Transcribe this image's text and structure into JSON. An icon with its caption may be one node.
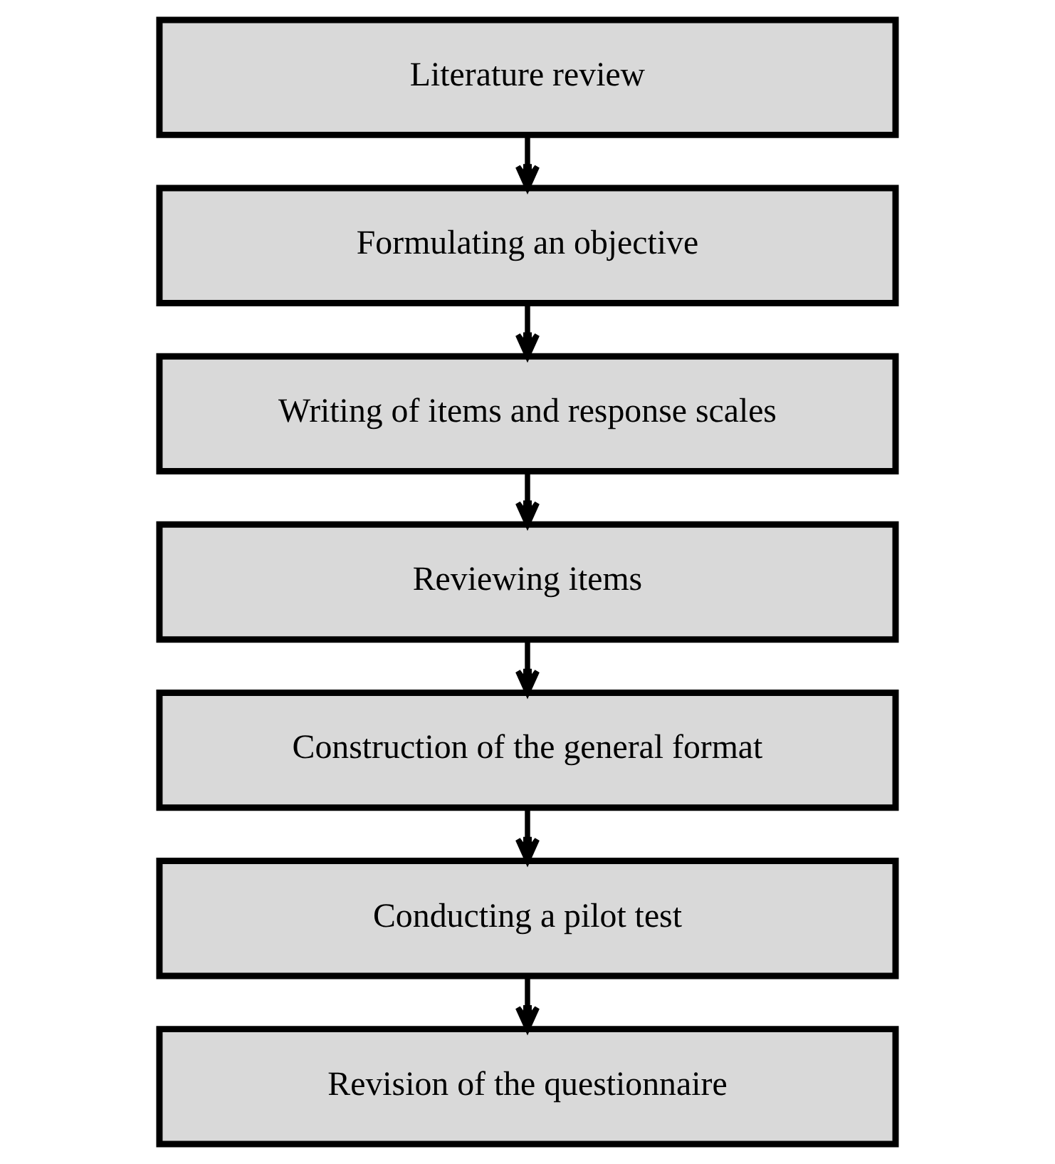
{
  "diagram": {
    "nodes": [
      {
        "text": [
          "Literature review"
        ]
      },
      {
        "text": [
          "Formulating an objective"
        ]
      },
      {
        "text": [
          "Writing of items and response scales"
        ]
      },
      {
        "text": [
          "Reviewing items"
        ]
      },
      {
        "text": [
          "Construction of the general format"
        ]
      },
      {
        "text": [
          "Conducting a pilot test"
        ]
      },
      {
        "text": [
          "Revision of the questionnaire"
        ]
      }
    ],
    "edges": [
      {
        "from": 0,
        "to": 1,
        "arrow": "to"
      },
      {
        "from": 1,
        "to": 2,
        "arrow": "to"
      },
      {
        "from": 2,
        "to": 3,
        "arrow": "to"
      },
      {
        "from": 3,
        "to": 4,
        "arrow": "to"
      },
      {
        "from": 4,
        "to": 5,
        "arrow": "to"
      },
      {
        "from": 5,
        "to": 6,
        "arrow": "to"
      }
    ]
  }
}
